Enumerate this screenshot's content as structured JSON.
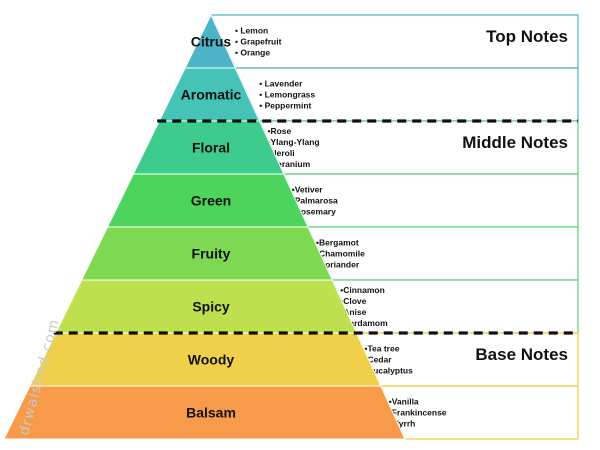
{
  "diagram": {
    "tiers": [
      {
        "name": "Citrus",
        "color": "#4db3c9",
        "items": [
          "Lemon",
          "Grapefruit",
          "Orange"
        ],
        "bullet": "• "
      },
      {
        "name": "Aromatic",
        "color": "#44c3b6",
        "items": [
          "Lavender",
          "Lemongrass",
          "Peppermint"
        ],
        "bullet": "• "
      },
      {
        "name": "Floral",
        "color": "#3ecc8c",
        "items": [
          "Rose",
          "Ylang-Ylang",
          "Neroli",
          "Geranium"
        ],
        "bullet": "•"
      },
      {
        "name": "Green",
        "color": "#4cd45c",
        "items": [
          "Vetiver",
          "Palmarosa",
          "Rosemary"
        ],
        "bullet": "•"
      },
      {
        "name": "Fruity",
        "color": "#7ed851",
        "items": [
          "Bergamot",
          "Chamomile",
          "Coriander"
        ],
        "bullet": "•"
      },
      {
        "name": "Spicy",
        "color": "#bfe04e",
        "items": [
          "Cinnamon",
          "Clove",
          "Anise",
          "Cardamom"
        ],
        "bullet": "•"
      },
      {
        "name": "Woody",
        "color": "#f0d04b",
        "items": [
          "Tea tree",
          "Cedar",
          "Eucalyptus"
        ],
        "bullet": "•"
      },
      {
        "name": "Balsam",
        "color": "#f79a4a",
        "items": [
          "Vanilla",
          "Frankincense",
          "Myrrh"
        ],
        "bullet": "•"
      }
    ],
    "groups": [
      {
        "title": "Top Notes",
        "tier": 0,
        "line": "#4ab3c7"
      },
      {
        "title": "Middle Notes",
        "tier": 2,
        "line": "#5ecf86"
      },
      {
        "title": "Base Notes",
        "tier": 6,
        "line": "#f3c93f"
      }
    ],
    "watermark": "drwalshnd.com"
  }
}
